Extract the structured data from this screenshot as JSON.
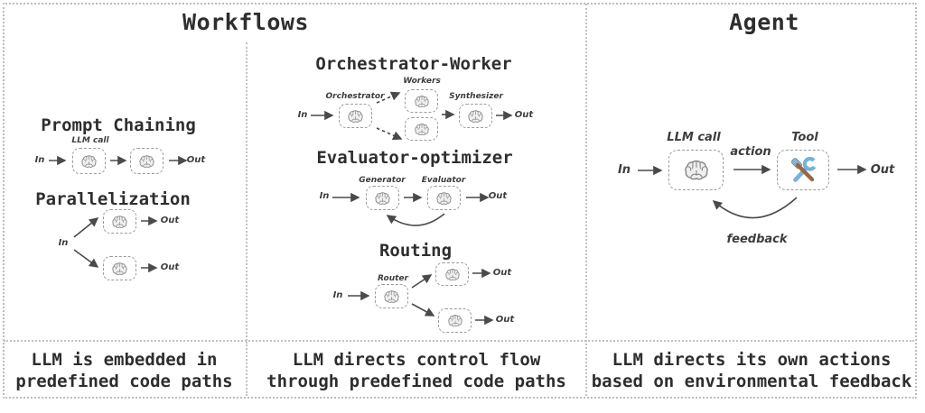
{
  "workflows": {
    "title": "Workflows",
    "prompt_chaining": {
      "title": "Prompt Chaining",
      "llm_call_label": "LLM call",
      "in": "In",
      "out": "Out"
    },
    "parallelization": {
      "title": "Parallelization",
      "in": "In",
      "out_top": "Out",
      "out_bottom": "Out"
    },
    "orchestrator_worker": {
      "title": "Orchestrator-Worker",
      "in": "In",
      "out": "Out",
      "orchestrator_label": "Orchestrator",
      "workers_label": "Workers",
      "synthesizer_label": "Synthesizer"
    },
    "evaluator_optimizer": {
      "title": "Evaluator-optimizer",
      "in": "In",
      "out": "Out",
      "generator_label": "Generator",
      "evaluator_label": "Evaluator"
    },
    "routing": {
      "title": "Routing",
      "in": "In",
      "out_top": "Out",
      "out_bottom": "Out",
      "router_label": "Router"
    },
    "caption_embedded": {
      "line1": "LLM is embedded in",
      "line2": "predefined code paths"
    },
    "caption_control_flow": {
      "line1": "LLM directs control flow",
      "line2": "through predefined code paths"
    }
  },
  "agent": {
    "title": "Agent",
    "in": "In",
    "llm_call_label": "LLM call",
    "action_label": "action",
    "tool_label": "Tool",
    "out": "Out",
    "feedback_label": "feedback",
    "caption": {
      "line1": "LLM directs its own actions",
      "line2": "based on environmental feedback"
    }
  },
  "icons": {
    "llm_node": "brain-icon",
    "tool_node": "hammer-wrench-icon"
  },
  "colors": {
    "text": "#2e2e2e",
    "box_border": "#9b9b9b",
    "arrow": "#4a4a4a",
    "divider_dots": "#c2c2c2",
    "brain_stroke": "#8a8a8a",
    "wrench_blue": "#74b3d8",
    "hammer_brown": "#9c6644",
    "hammer_head_blue": "#8fb4c9"
  }
}
